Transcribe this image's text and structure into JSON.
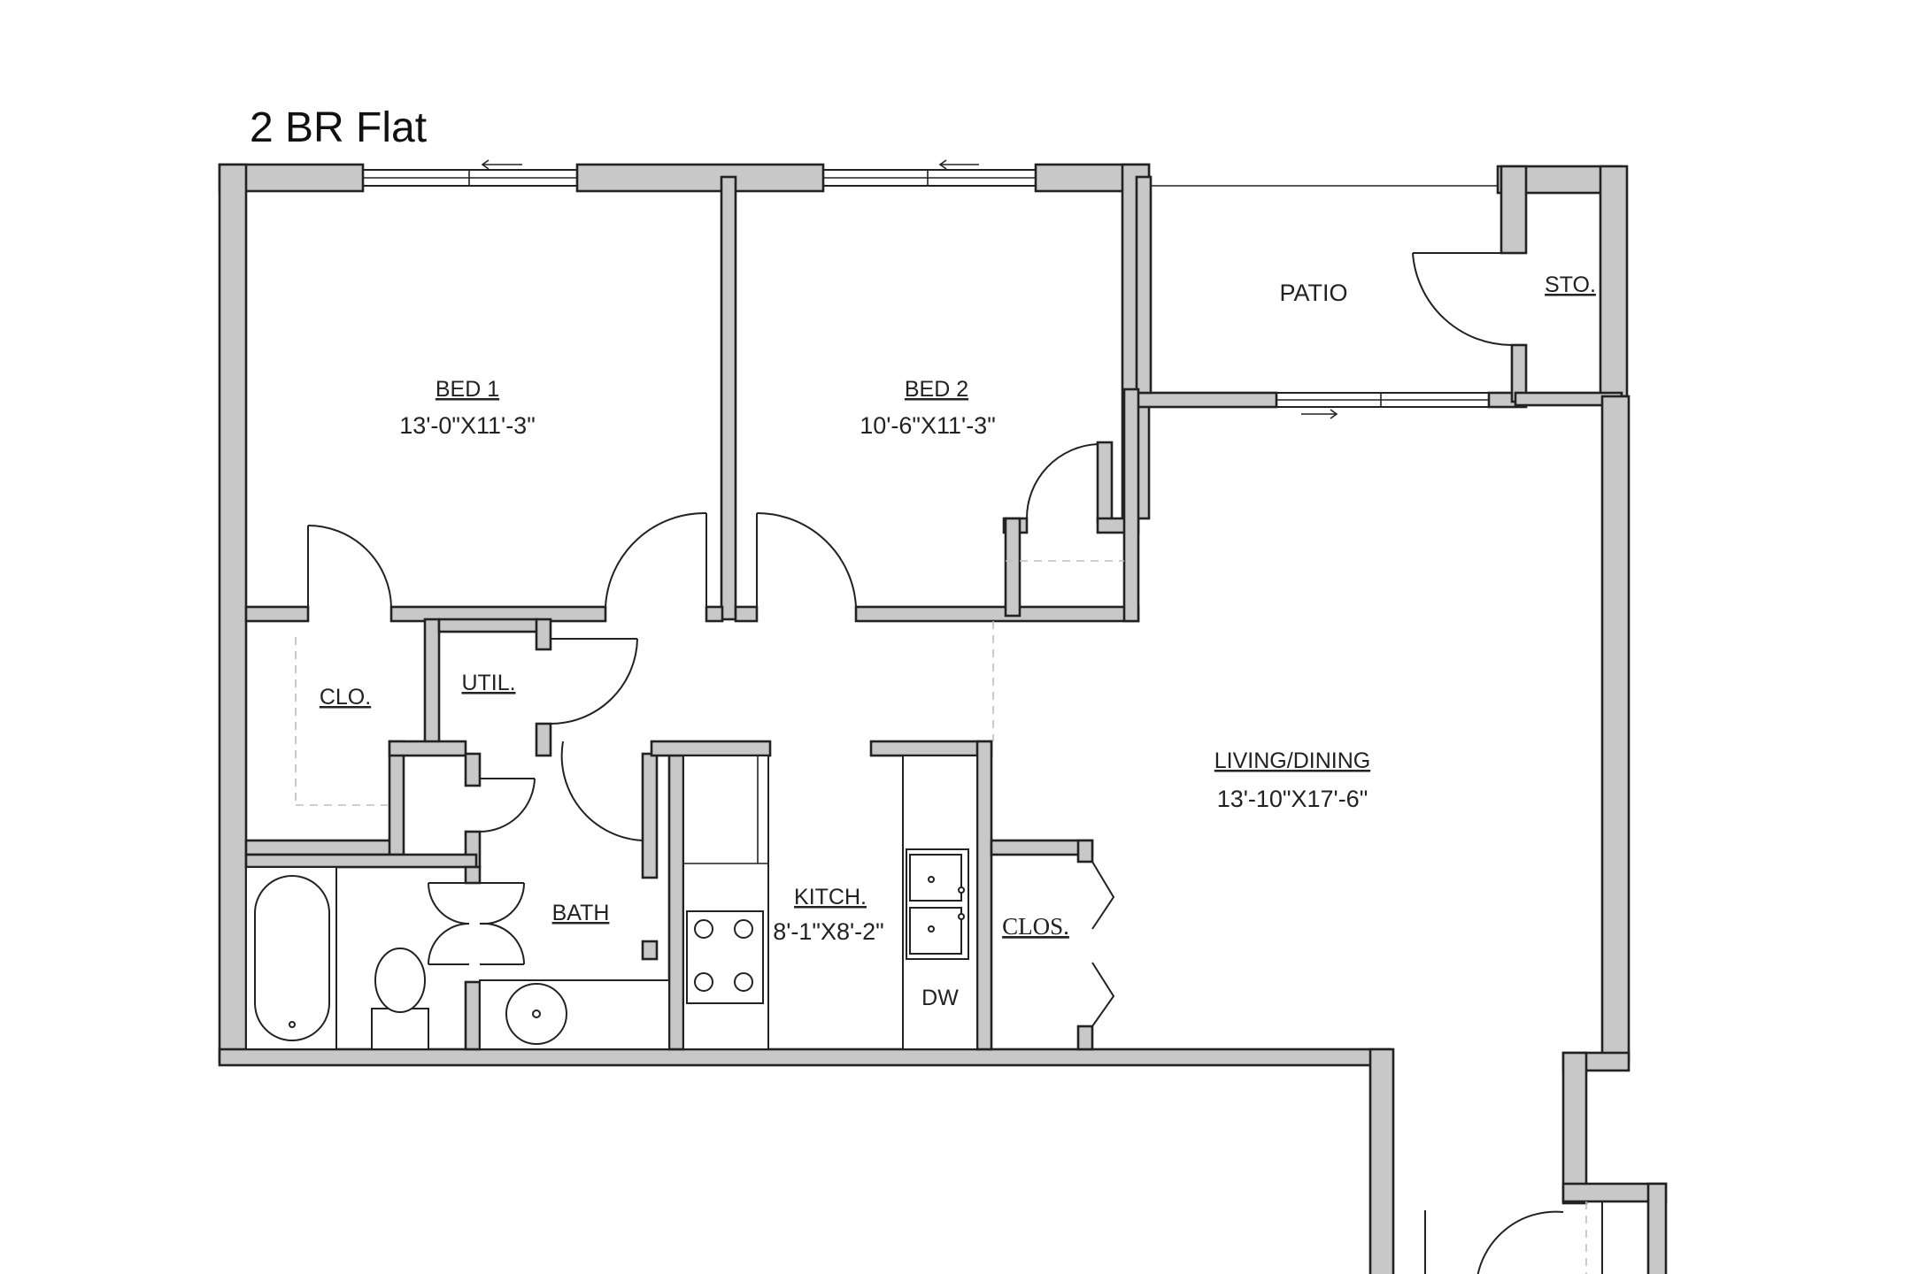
{
  "plan_title": "2 BR Flat",
  "rooms": {
    "bed1": {
      "name": "BED 1",
      "size": "13'-0\"X11'-3\""
    },
    "bed2": {
      "name": "BED 2",
      "size": "10'-6\"X11'-3\""
    },
    "patio": {
      "name": "PATIO"
    },
    "storage": {
      "name": "STO."
    },
    "closet": {
      "name": "CLO."
    },
    "utility": {
      "name": "UTIL."
    },
    "bath": {
      "name": "BATH"
    },
    "kitchen": {
      "name": "KITCH.",
      "size": "8'-1\"X8'-2\""
    },
    "dishwasher": {
      "name": "DW"
    },
    "closet2": {
      "name": "CLOS."
    },
    "living": {
      "name": "LIVING/DINING",
      "size": "13'-10\"X17'-6\""
    }
  }
}
